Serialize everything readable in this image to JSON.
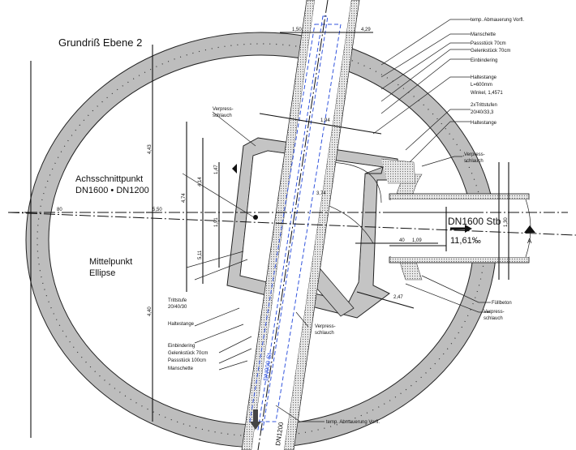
{
  "title": "Grundriß Ebene 2",
  "labels": {
    "achsschnittpunkt": "Achsschnittpunkt",
    "achsschnittpunkt_dn": "DN1600 • DN1200",
    "mittelpunkt": "Mittelpunkt",
    "ellipse": "Ellipse",
    "pipe_right": "DN1600 Stb",
    "pipe_right_slope": "11,61‰",
    "pipe_inclined": "DN900 St",
    "section_marker": "A",
    "pipe_bottom": "DN1200"
  },
  "callouts_right": [
    "temp. Abmauerung Vorfl.",
    "Manschette",
    "Passstück 70cm",
    "Gelenkstück 70cm",
    "Einbindering",
    "Haltestange",
    "L=600mm",
    "Winkel, 1,4571",
    "2xTrittstufen",
    "20/40/33,3",
    "Haltestange"
  ],
  "callouts_right_lower": [
    "Verpress-",
    "schlauch",
    "Füllbeton",
    "Verpress-",
    "schlauch"
  ],
  "callouts_left": [
    "Trittstufe",
    "20/40/30",
    "Haltestange",
    "Einbindering",
    "Gelenkstück 70cm",
    "Passstück 100cm",
    "Manschette"
  ],
  "callouts_inner": [
    "Verpress-",
    "schlauch",
    "Verpress-",
    "schlauch"
  ],
  "callout_bottom": "temp. Abmauerung Vorfl.",
  "dimensions": {
    "top_a": "1,50",
    "top_b": "4,29",
    "left_upper": "4,43",
    "left_lower": "4,40",
    "left_axis": "5,50",
    "d1": "4,74",
    "d2": "4,14",
    "d3": "1,91",
    "d4": "5,11",
    "d5": "1,94",
    "d6": "2,47",
    "d7": "1,09",
    "d8": "3,74",
    "d9": "40",
    "d10": "1,30",
    "d11": "1,47",
    "d12": "80"
  }
}
